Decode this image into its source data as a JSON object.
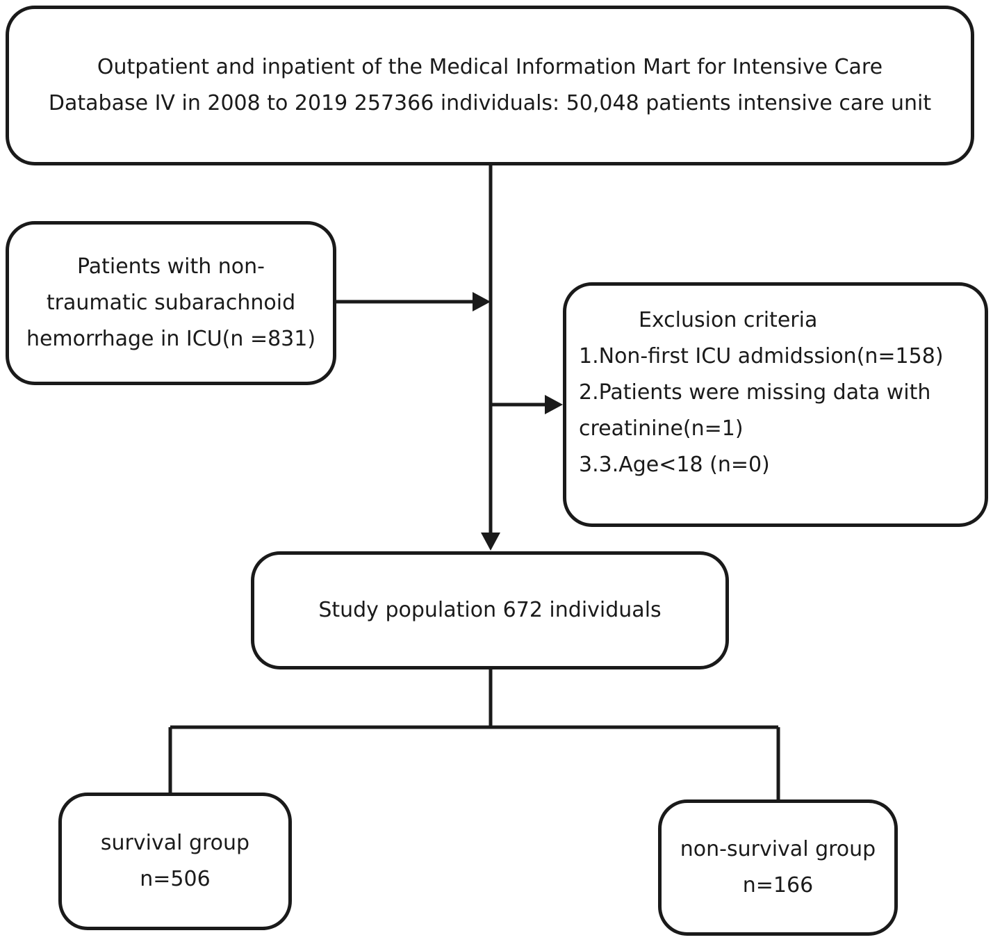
{
  "source": {
    "line1": "Outpatient and inpatient of the Medical Information Mart for Intensive Care",
    "line2": "Database IV in 2008 to 2019  257366 individuals: 50,048 patients intensive care unit"
  },
  "cohort": {
    "line1": "Patients with non-",
    "line2": "traumatic subarachnoid",
    "line3": "hemorrhage  in ICU(n =831)"
  },
  "exclusion": {
    "title": "Exclusion criteria",
    "item1": "1.Non-first ICU admidssion(n=158)",
    "item2_line1": "2.Patients were missing data with",
    "item2_line2": "creatinine(n=1)",
    "item3": "3.3.Age<18 (n=0)"
  },
  "study": {
    "label": "Study population 672 individuals"
  },
  "survival": {
    "label": "survival group",
    "count": "n=506"
  },
  "non_survival": {
    "label": "non-survival group",
    "count": "n=166"
  }
}
